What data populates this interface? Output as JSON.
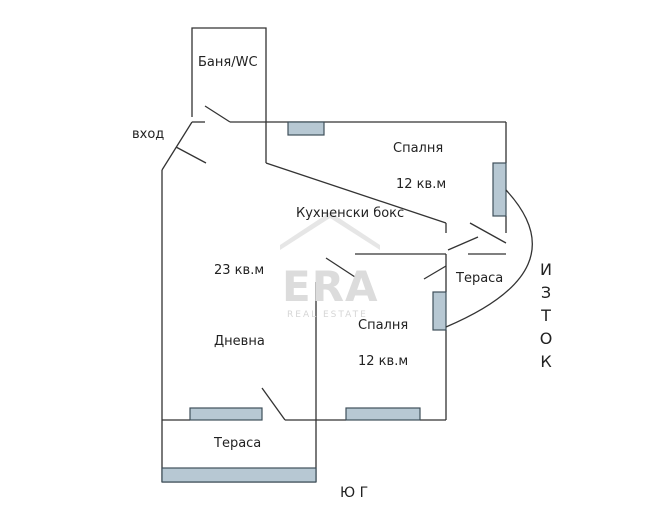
{
  "rooms": {
    "bathroom": "Баня/WC",
    "entrance": "вход",
    "bedroom_1": "Спалня",
    "bedroom_1_area": "12 кв.м",
    "kitchenette": "Кухненски бокс",
    "living_area": "23 кв.м",
    "living_room": "Дневна",
    "terrace_east": "Тераса",
    "bedroom_2": "Спалня",
    "bedroom_2_area": "12 кв.м",
    "terrace_south": "Тераса"
  },
  "compass": {
    "east": "ИЗТОК",
    "south": "Ю Г"
  },
  "watermark": {
    "brand": "ERA",
    "sub": "REAL ESTATE"
  },
  "colors": {
    "wall": "#333333",
    "window_fill": "#b7c8d3",
    "window_border": "#3f4f5a",
    "watermark": "#dcdcdc"
  }
}
